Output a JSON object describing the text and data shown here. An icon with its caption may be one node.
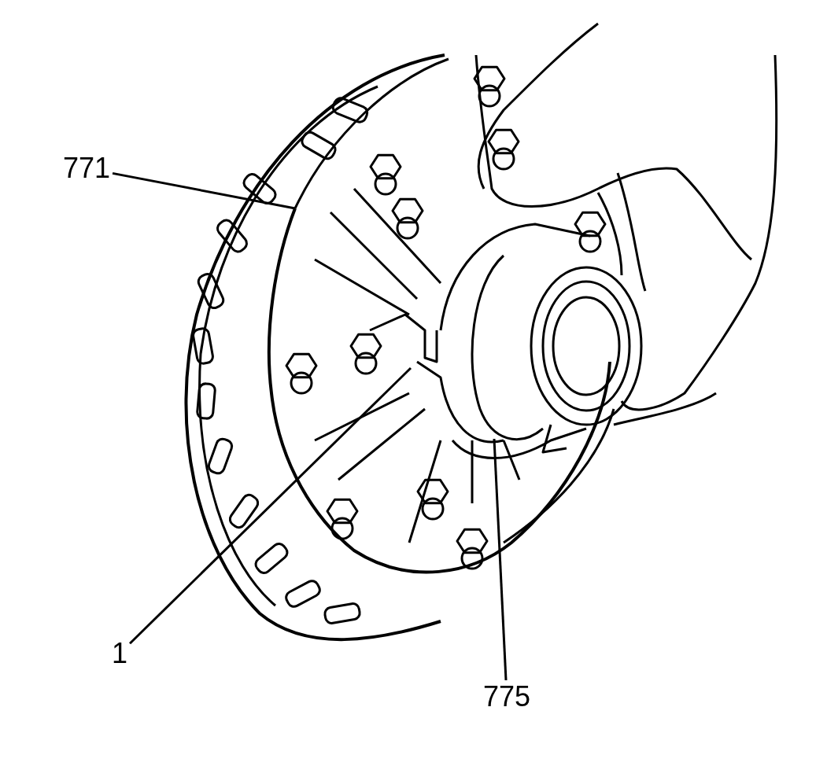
{
  "diagram": {
    "nodes": [
      {
        "text": [
          "771"
        ]
      },
      {
        "text": [
          "1"
        ]
      },
      {
        "text": [
          "775"
        ]
      }
    ],
    "edges": [
      {
        "from": 0,
        "to": null,
        "arrow": "none"
      },
      {
        "from": 1,
        "to": null,
        "arrow": "none"
      },
      {
        "from": 2,
        "to": null,
        "arrow": "none"
      }
    ]
  }
}
